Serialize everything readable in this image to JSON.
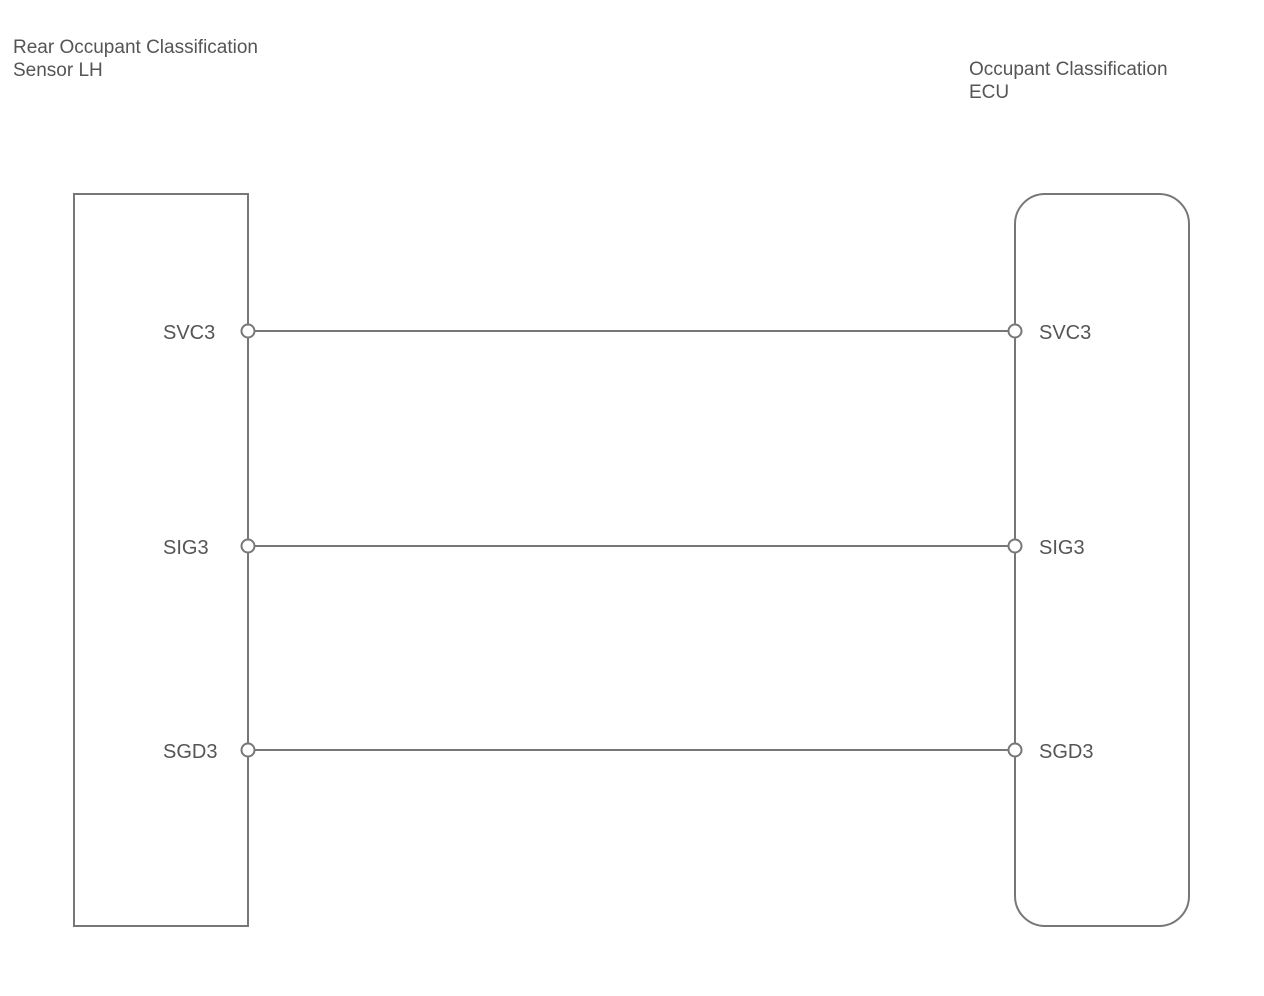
{
  "left_component": {
    "title": "Rear Occupant Classification\nSensor LH",
    "pins": [
      "SVC3",
      "SIG3",
      "SGD3"
    ]
  },
  "right_component": {
    "title": "Occupant Classification\nECU",
    "pins": [
      "SVC3",
      "SIG3",
      "SGD3"
    ]
  },
  "connections": [
    {
      "from": "SVC3",
      "to": "SVC3"
    },
    {
      "from": "SIG3",
      "to": "SIG3"
    },
    {
      "from": "SGD3",
      "to": "SGD3"
    }
  ],
  "colors": {
    "line": "#777777",
    "text": "#555555",
    "terminal_fill": "#ffffff"
  }
}
